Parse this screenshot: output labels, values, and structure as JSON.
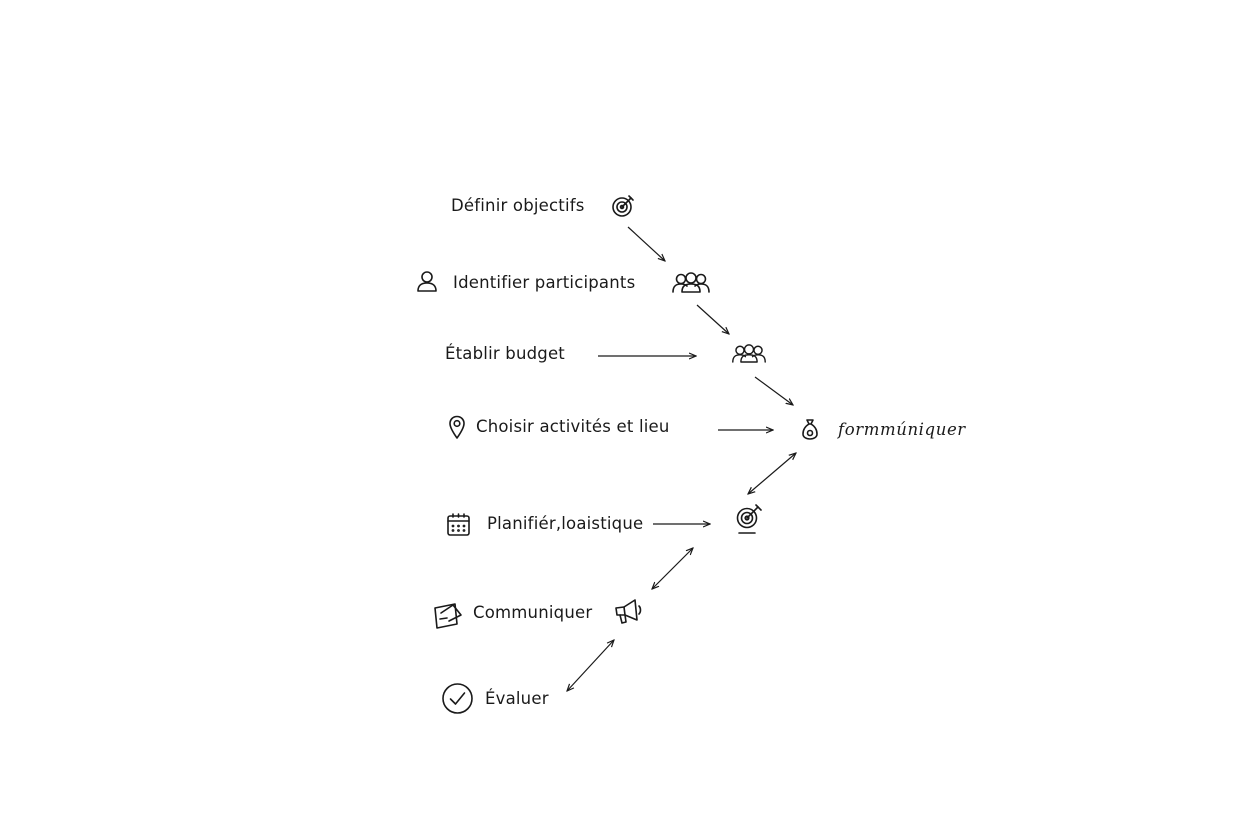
{
  "steps": {
    "objectifs": "Définir objectifs",
    "participants": "Identifier participants",
    "budget": "Établir budget",
    "activites": "Choisir activités et lieu",
    "logistique": "Planifiér,loaistique",
    "communiquer": "Communiquer",
    "evaluer": "Évaluer"
  },
  "hub_label": "formmúniquer",
  "icons": {
    "objectifs": "target-icon",
    "participants_left": "user-icon",
    "participants_right": "group-icon",
    "budget": "group-icon",
    "activites": "map-pin-icon",
    "hub": "money-bag-icon",
    "logistique_left": "calendar-icon",
    "logistique_right": "target-icon",
    "communiquer_left": "document-icon",
    "communiquer_right": "megaphone-icon",
    "evaluer": "check-circle-icon"
  }
}
